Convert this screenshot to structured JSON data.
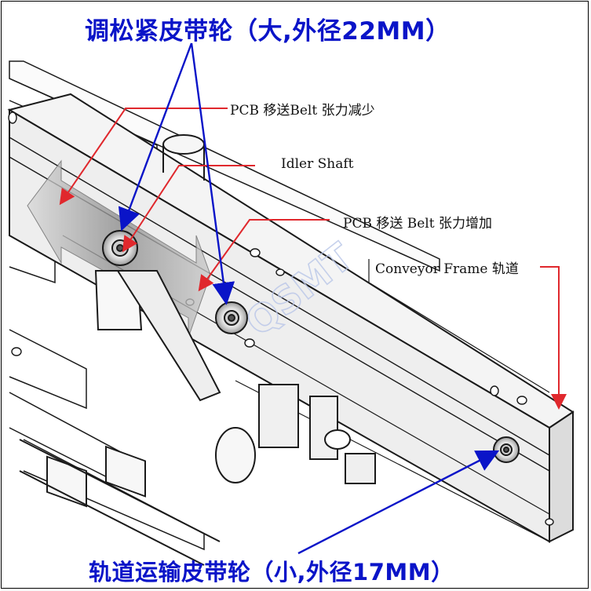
{
  "title_top": "调松紧皮带轮（大,外径22MM）",
  "title_bottom": "轨道运输皮带轮（小,外径17MM）",
  "labels": {
    "tension_decrease": "PCB  移送Belt  张力减少",
    "idler_shaft": "Idler Shaft",
    "tension_increase": "PCB  移送  Belt  张力增加",
    "conveyor_frame": "Conveyor Frame  轨道"
  },
  "watermark": "QSMT",
  "colors": {
    "title_blue": "#0a14c8",
    "arrow_red": "#e0282d",
    "line_dark": "#1a1a1a",
    "frame_fill": "#f4f4f4",
    "watermark": "#b9c6e8"
  }
}
